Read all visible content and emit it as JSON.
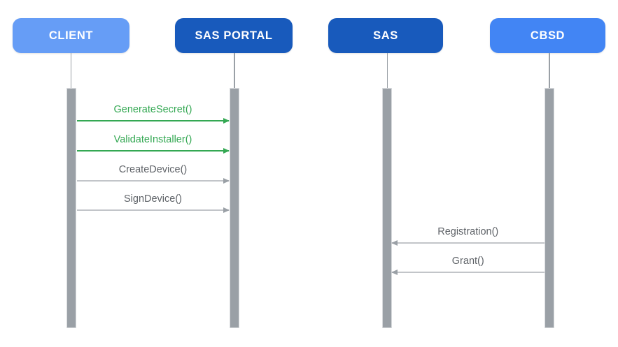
{
  "diagram": {
    "type": "sequence-diagram",
    "actors": [
      {
        "id": "client",
        "label": "CLIENT",
        "box_color": "#669DF6",
        "text_color": "#FFFFFF"
      },
      {
        "id": "sas-portal",
        "label": "SAS PORTAL",
        "box_color": "#185ABC",
        "text_color": "#FFFFFF"
      },
      {
        "id": "sas",
        "label": "SAS",
        "box_color": "#185ABC",
        "text_color": "#FFFFFF"
      },
      {
        "id": "cbsd",
        "label": "CBSD",
        "box_color": "#4285F4",
        "text_color": "#FFFFFF"
      }
    ],
    "messages": [
      {
        "label": "GenerateSecret()",
        "from": "CLIENT",
        "to": "SAS PORTAL",
        "direction": "right",
        "text_color": "#34A853",
        "line_color": "#34A853",
        "head_color": "#34A853"
      },
      {
        "label": "ValidateInstaller()",
        "from": "CLIENT",
        "to": "SAS PORTAL",
        "direction": "right",
        "text_color": "#34A853",
        "line_color": "#34A853",
        "head_color": "#34A853"
      },
      {
        "label": "CreateDevice()",
        "from": "CLIENT",
        "to": "SAS PORTAL",
        "direction": "right",
        "text_color": "#5F6368",
        "line_color": "#C2C5C9",
        "head_color": "#9AA0A6"
      },
      {
        "label": "SignDevice()",
        "from": "CLIENT",
        "to": "SAS PORTAL",
        "direction": "right",
        "text_color": "#5F6368",
        "line_color": "#C2C5C9",
        "head_color": "#9AA0A6"
      },
      {
        "label": "Registration()",
        "from": "CBSD",
        "to": "SAS",
        "direction": "left",
        "text_color": "#5F6368",
        "line_color": "#C2C5C9",
        "head_color": "#9AA0A6"
      },
      {
        "label": "Grant()",
        "from": "CBSD",
        "to": "SAS",
        "direction": "left",
        "text_color": "#5F6368",
        "line_color": "#C2C5C9",
        "head_color": "#9AA0A6"
      }
    ],
    "colors": {
      "lifeline": "#9AA0A6",
      "activation_bar": "#9AA0A6",
      "activation_border": "#D8DADD",
      "background": "#FFFFFF"
    }
  }
}
